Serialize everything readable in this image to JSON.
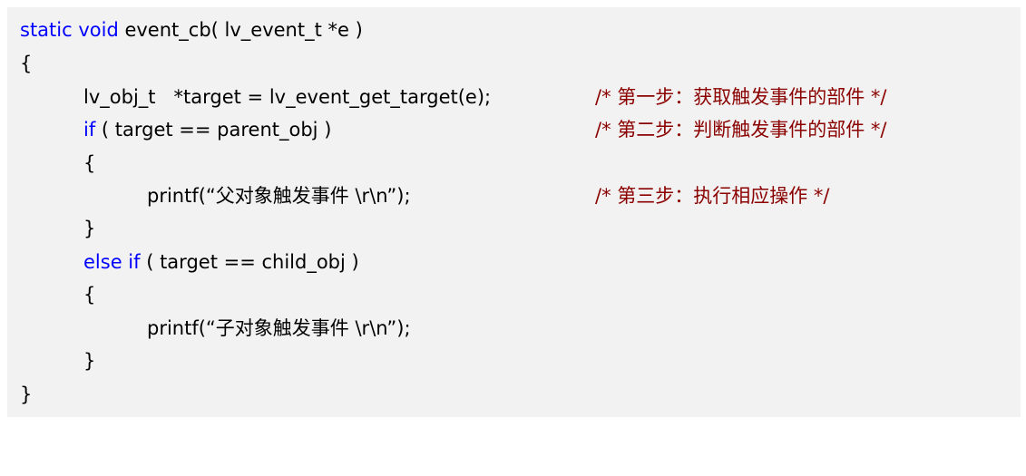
{
  "code": {
    "line1": {
      "kw": "static void",
      "rest": " event_cb( lv_event_t *e )"
    },
    "line2": {
      "text": "{"
    },
    "line3": {
      "code": "lv_obj_t   *target = lv_event_get_target(e);",
      "comment": "/* 第一步：获取触发事件的部件 */"
    },
    "line4": {
      "kw": "if",
      "rest": " ( target == parent_obj )",
      "comment": "/* 第二步：判断触发事件的部件 */"
    },
    "line5": {
      "text": "{"
    },
    "line6": {
      "code": "printf(“父对象触发事件 \\r\\n”);",
      "comment": "/* 第三步：执行相应操作 */"
    },
    "line7": {
      "text": "}"
    },
    "line8": {
      "kw": "else if",
      "rest": " ( target == child_obj )"
    },
    "line9": {
      "text": "{"
    },
    "line10": {
      "code": "printf(“子对象触发事件 \\r\\n”);"
    },
    "line11": {
      "text": "}"
    },
    "line12": {
      "text": "}"
    }
  }
}
